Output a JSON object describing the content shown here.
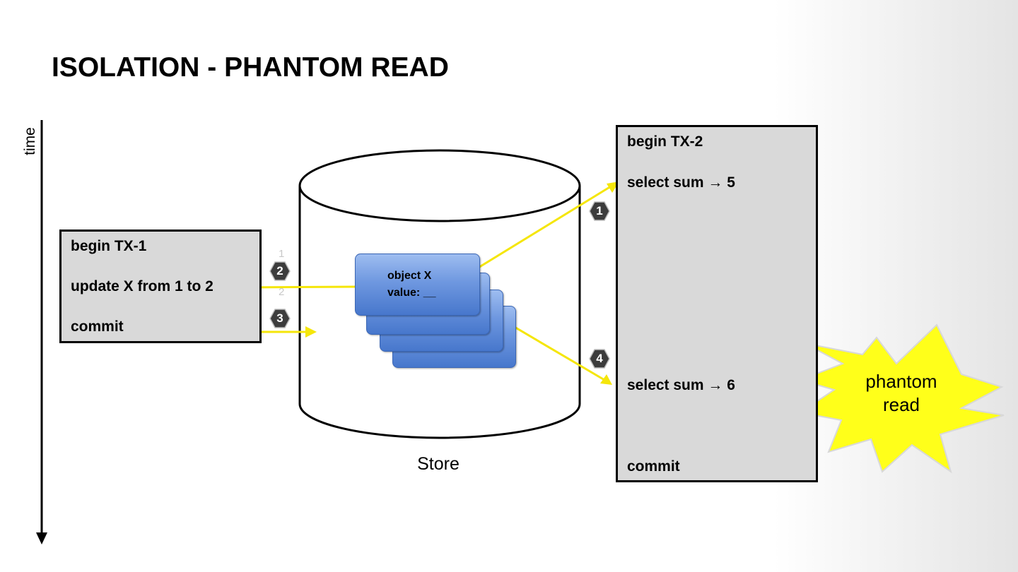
{
  "title": "ISOLATION - PHANTOM READ",
  "time_axis": {
    "label": "time"
  },
  "tx1": {
    "lines": [
      "begin TX-1",
      "update X from 1 to 2",
      "commit"
    ]
  },
  "tx2": {
    "begin": "begin TX-2",
    "select_first": "select sum → 5",
    "select_second": "select sum → 6",
    "commit": "commit"
  },
  "store": {
    "label": "Store",
    "object": {
      "name": "object  X",
      "value": "value: __"
    }
  },
  "steps": [
    "1",
    "2",
    "3",
    "4"
  ],
  "faint_marks": [
    "1",
    "2"
  ],
  "callout": {
    "text_line1": "phantom",
    "text_line2": "read"
  },
  "colors": {
    "arrow": "#f5e60a",
    "box_fill": "#d9d9d9",
    "card_blue": "#5b87d6",
    "star_fill": "#ffff1a",
    "badge_fill": "#3c3c3c"
  }
}
